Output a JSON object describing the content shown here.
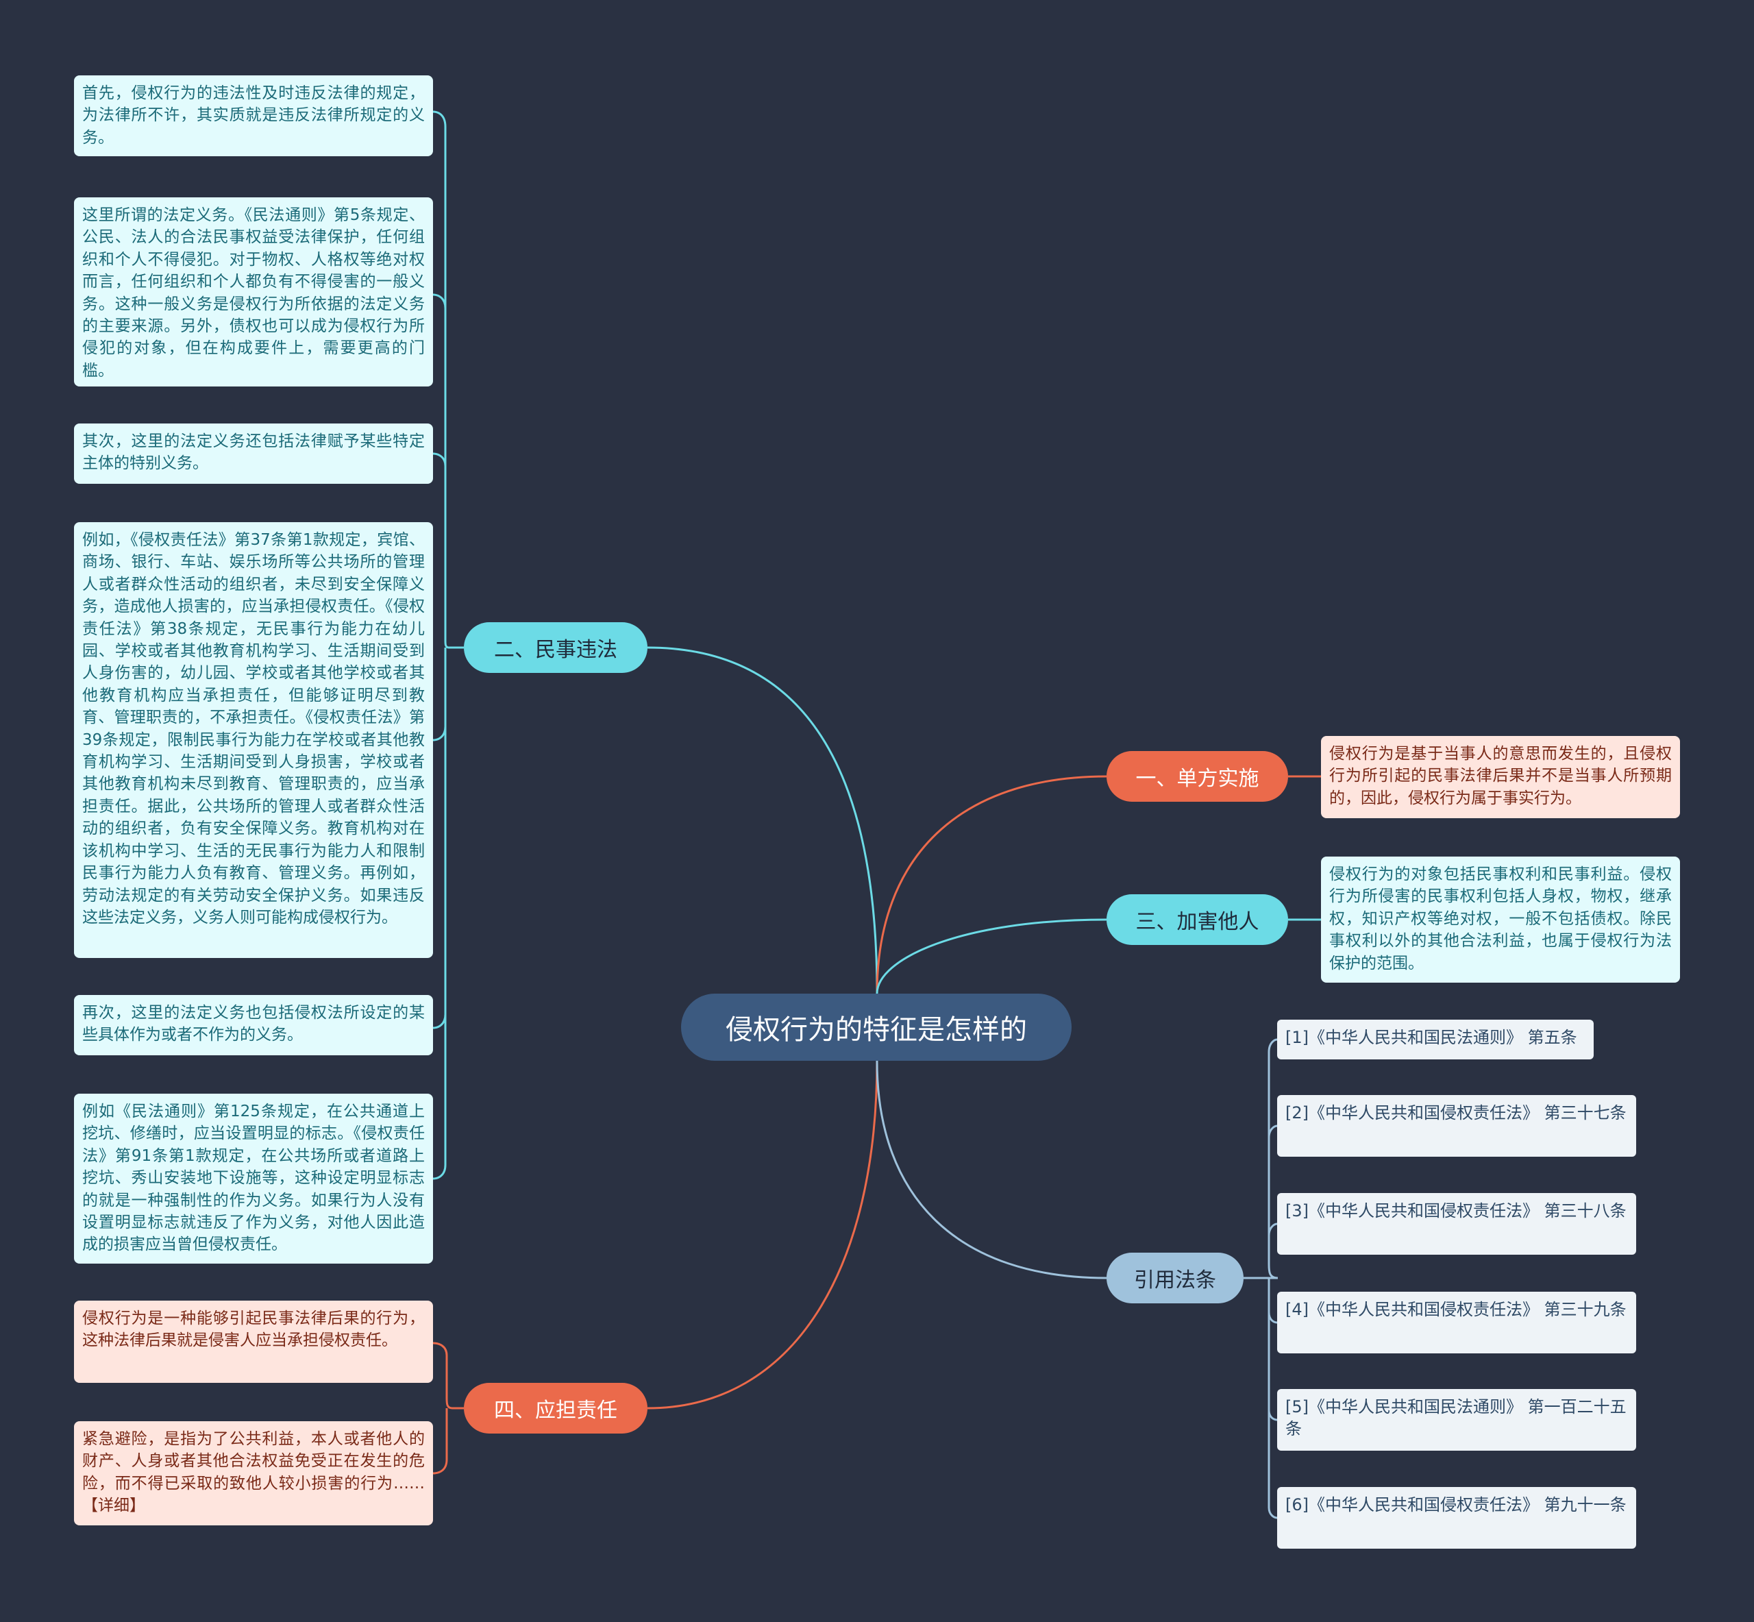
{
  "central": "侵权行为的特征是怎样的",
  "colors": {
    "cyan": "#6cdbe6",
    "orange": "#eb6a4b",
    "blue": "#9fc2dc",
    "central": "#3c5a80"
  },
  "branches": {
    "civil_violation": {
      "label": "二、民事违法",
      "leaves": [
        "首先，侵权行为的违法性及时违反法律的规定，为法律所不许，其实质就是违反法律所规定的义务。",
        "这里所谓的法定义务。《民法通则》第5条规定、公民、法人的合法民事权益受法律保护，任何组织和个人不得侵犯。对于物权、人格权等绝对权而言，任何组织和个人都负有不得侵害的一般义务。这种一般义务是侵权行为所依据的法定义务的主要来源。另外，债权也可以成为侵权行为所侵犯的对象，但在构成要件上，需要更高的门槛。",
        "其次，这里的法定义务还包括法律赋予某些特定主体的特别义务。",
        "例如，《侵权责任法》第37条第1款规定，宾馆、商场、银行、车站、娱乐场所等公共场所的管理人或者群众性活动的组织者，未尽到安全保障义务，造成他人损害的，应当承担侵权责任。《侵权责任法》第38条规定，无民事行为能力在幼儿园、学校或者其他教育机构学习、生活期间受到人身伤害的，幼儿园、学校或者其他学校或者其他教育机构应当承担责任，但能够证明尽到教育、管理职责的，不承担责任。《侵权责任法》第39条规定，限制民事行为能力在学校或者其他教育机构学习、生活期间受到人身损害，学校或者其他教育机构未尽到教育、管理职责的，应当承担责任。据此，公共场所的管理人或者群众性活动的组织者，负有安全保障义务。教育机构对在该机构中学习、生活的无民事行为能力人和限制民事行为能力人负有教育、管理义务。再例如，劳动法规定的有关劳动安全保护义务。如果违反这些法定义务，义务人则可能构成侵权行为。",
        "再次，这里的法定义务也包括侵权法所设定的某些具体作为或者不作为的义务。",
        "例如《民法通则》第125条规定，在公共通道上挖坑、修缮时，应当设置明显的标志。《侵权责任法》第91条第1款规定，在公共场所或者道路上挖坑、秀山安装地下设施等，这种设定明显标志的就是一种强制性的作为义务。如果行为人没有设置明显标志就违反了作为义务，对他人因此造成的损害应当曾但侵权责任。"
      ]
    },
    "unilateral": {
      "label": "一、单方实施",
      "leaves": [
        "侵权行为是基于当事人的意思而发生的，且侵权行为所引起的民事法律后果并不是当事人所预期的，因此，侵权行为属于事实行为。"
      ]
    },
    "harm_others": {
      "label": "三、加害他人",
      "leaves": [
        "侵权行为的对象包括民事权利和民事利益。侵权行为所侵害的民事权利包括人身权，物权，继承权，知识产权等绝对权，一般不包括债权。除民事权利以外的其他合法利益，也属于侵权行为法保护的范围。"
      ]
    },
    "liability": {
      "label": "四、应担责任",
      "leaves": [
        "侵权行为是一种能够引起民事法律后果的行为，这种法律后果就是侵害人应当承担侵权责任。",
        "紧急避险，是指为了公共利益，本人或者他人的财产、人身或者其他合法权益免受正在发生的危险，而不得已采取的致他人较小损害的行为……【详细】"
      ]
    },
    "references": {
      "label": "引用法条",
      "leaves": [
        "[1]《中华人民共和国民法通则》 第五条",
        "[2]《中华人民共和国侵权责任法》 第三十七条",
        "[3]《中华人民共和国侵权责任法》 第三十八条",
        "[4]《中华人民共和国侵权责任法》 第三十九条",
        "[5]《中华人民共和国民法通则》 第一百二十五条",
        "[6]《中华人民共和国侵权责任法》 第九十一条"
      ]
    }
  }
}
